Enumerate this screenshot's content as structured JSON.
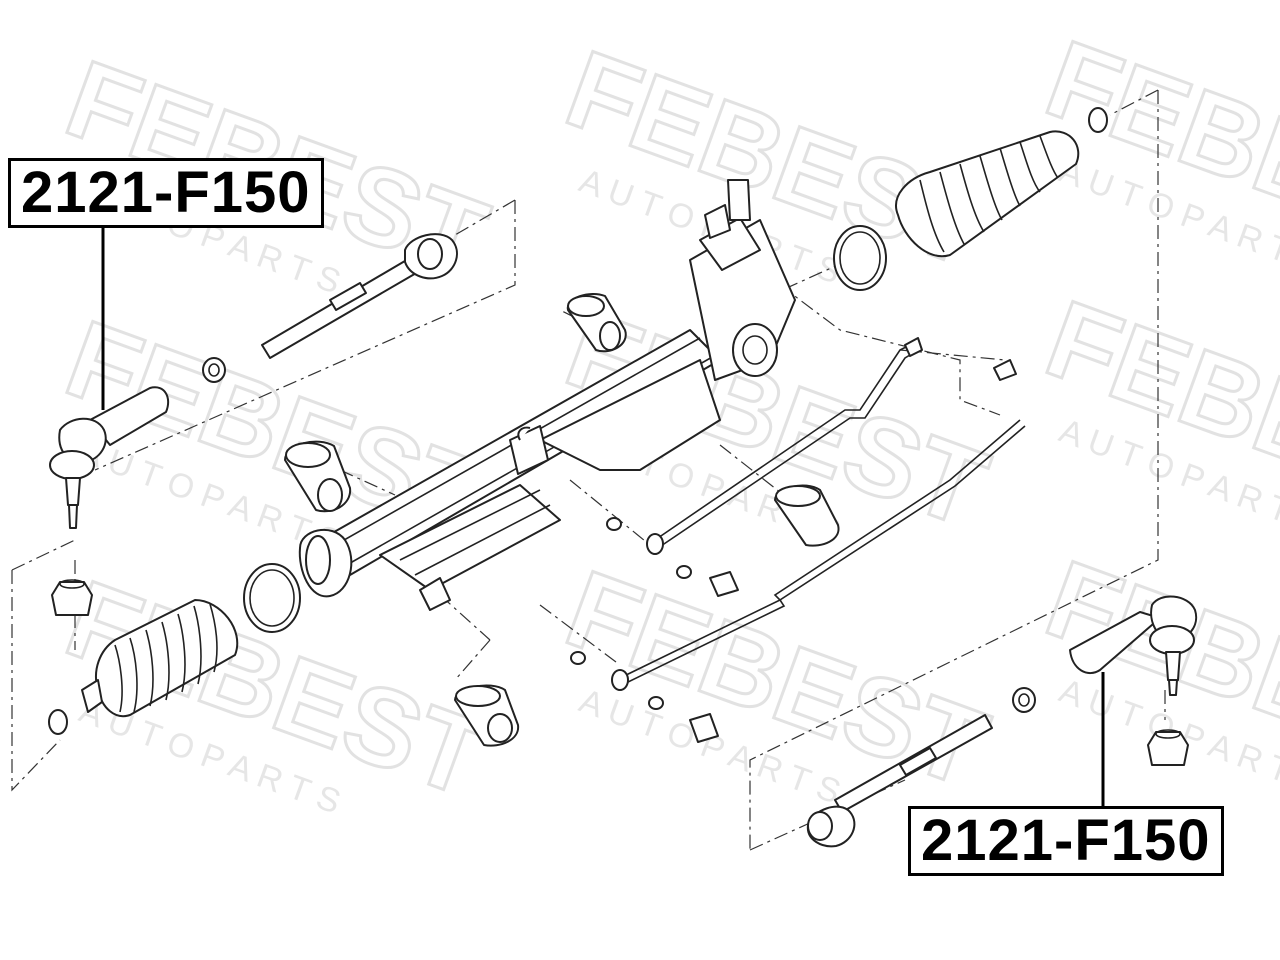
{
  "watermark": {
    "brand": "FEBEST",
    "sub": "A U T O   P A R T S"
  },
  "callouts": [
    {
      "part_number": "2121-F150"
    },
    {
      "part_number": "2121-F150"
    }
  ],
  "colors": {
    "line": "#222222",
    "watermark": "#e4e4e4",
    "label_border": "#000000"
  }
}
